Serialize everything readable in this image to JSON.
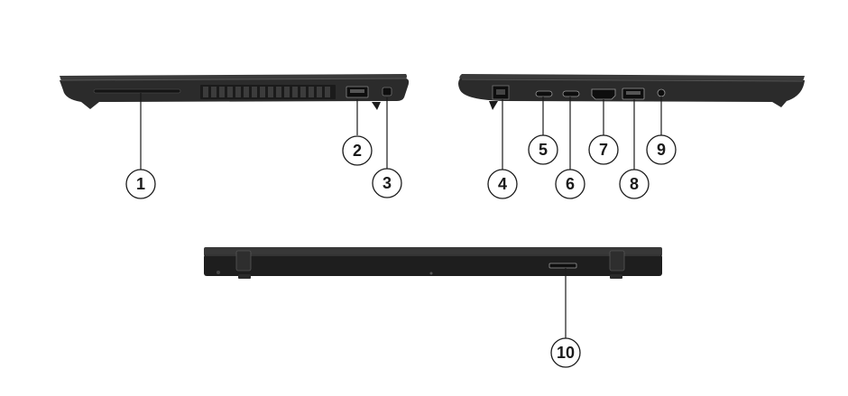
{
  "views": [
    {
      "id": "left-side",
      "label": ""
    },
    {
      "id": "right-side",
      "label": ""
    },
    {
      "id": "rear",
      "label": ""
    }
  ],
  "callouts": [
    {
      "number": "1",
      "view": "left-side"
    },
    {
      "number": "2",
      "view": "left-side"
    },
    {
      "number": "3",
      "view": "left-side"
    },
    {
      "number": "4",
      "view": "right-side"
    },
    {
      "number": "5",
      "view": "right-side"
    },
    {
      "number": "6",
      "view": "right-side"
    },
    {
      "number": "7",
      "view": "right-side"
    },
    {
      "number": "8",
      "view": "right-side"
    },
    {
      "number": "9",
      "view": "right-side"
    },
    {
      "number": "10",
      "view": "rear"
    }
  ],
  "colors": {
    "chassis": "#2a2a2a",
    "chassis_dark": "#141414",
    "chassis_edge": "#4a4a4a",
    "callout_stroke": "#1a1a1a",
    "background": "#ffffff"
  }
}
